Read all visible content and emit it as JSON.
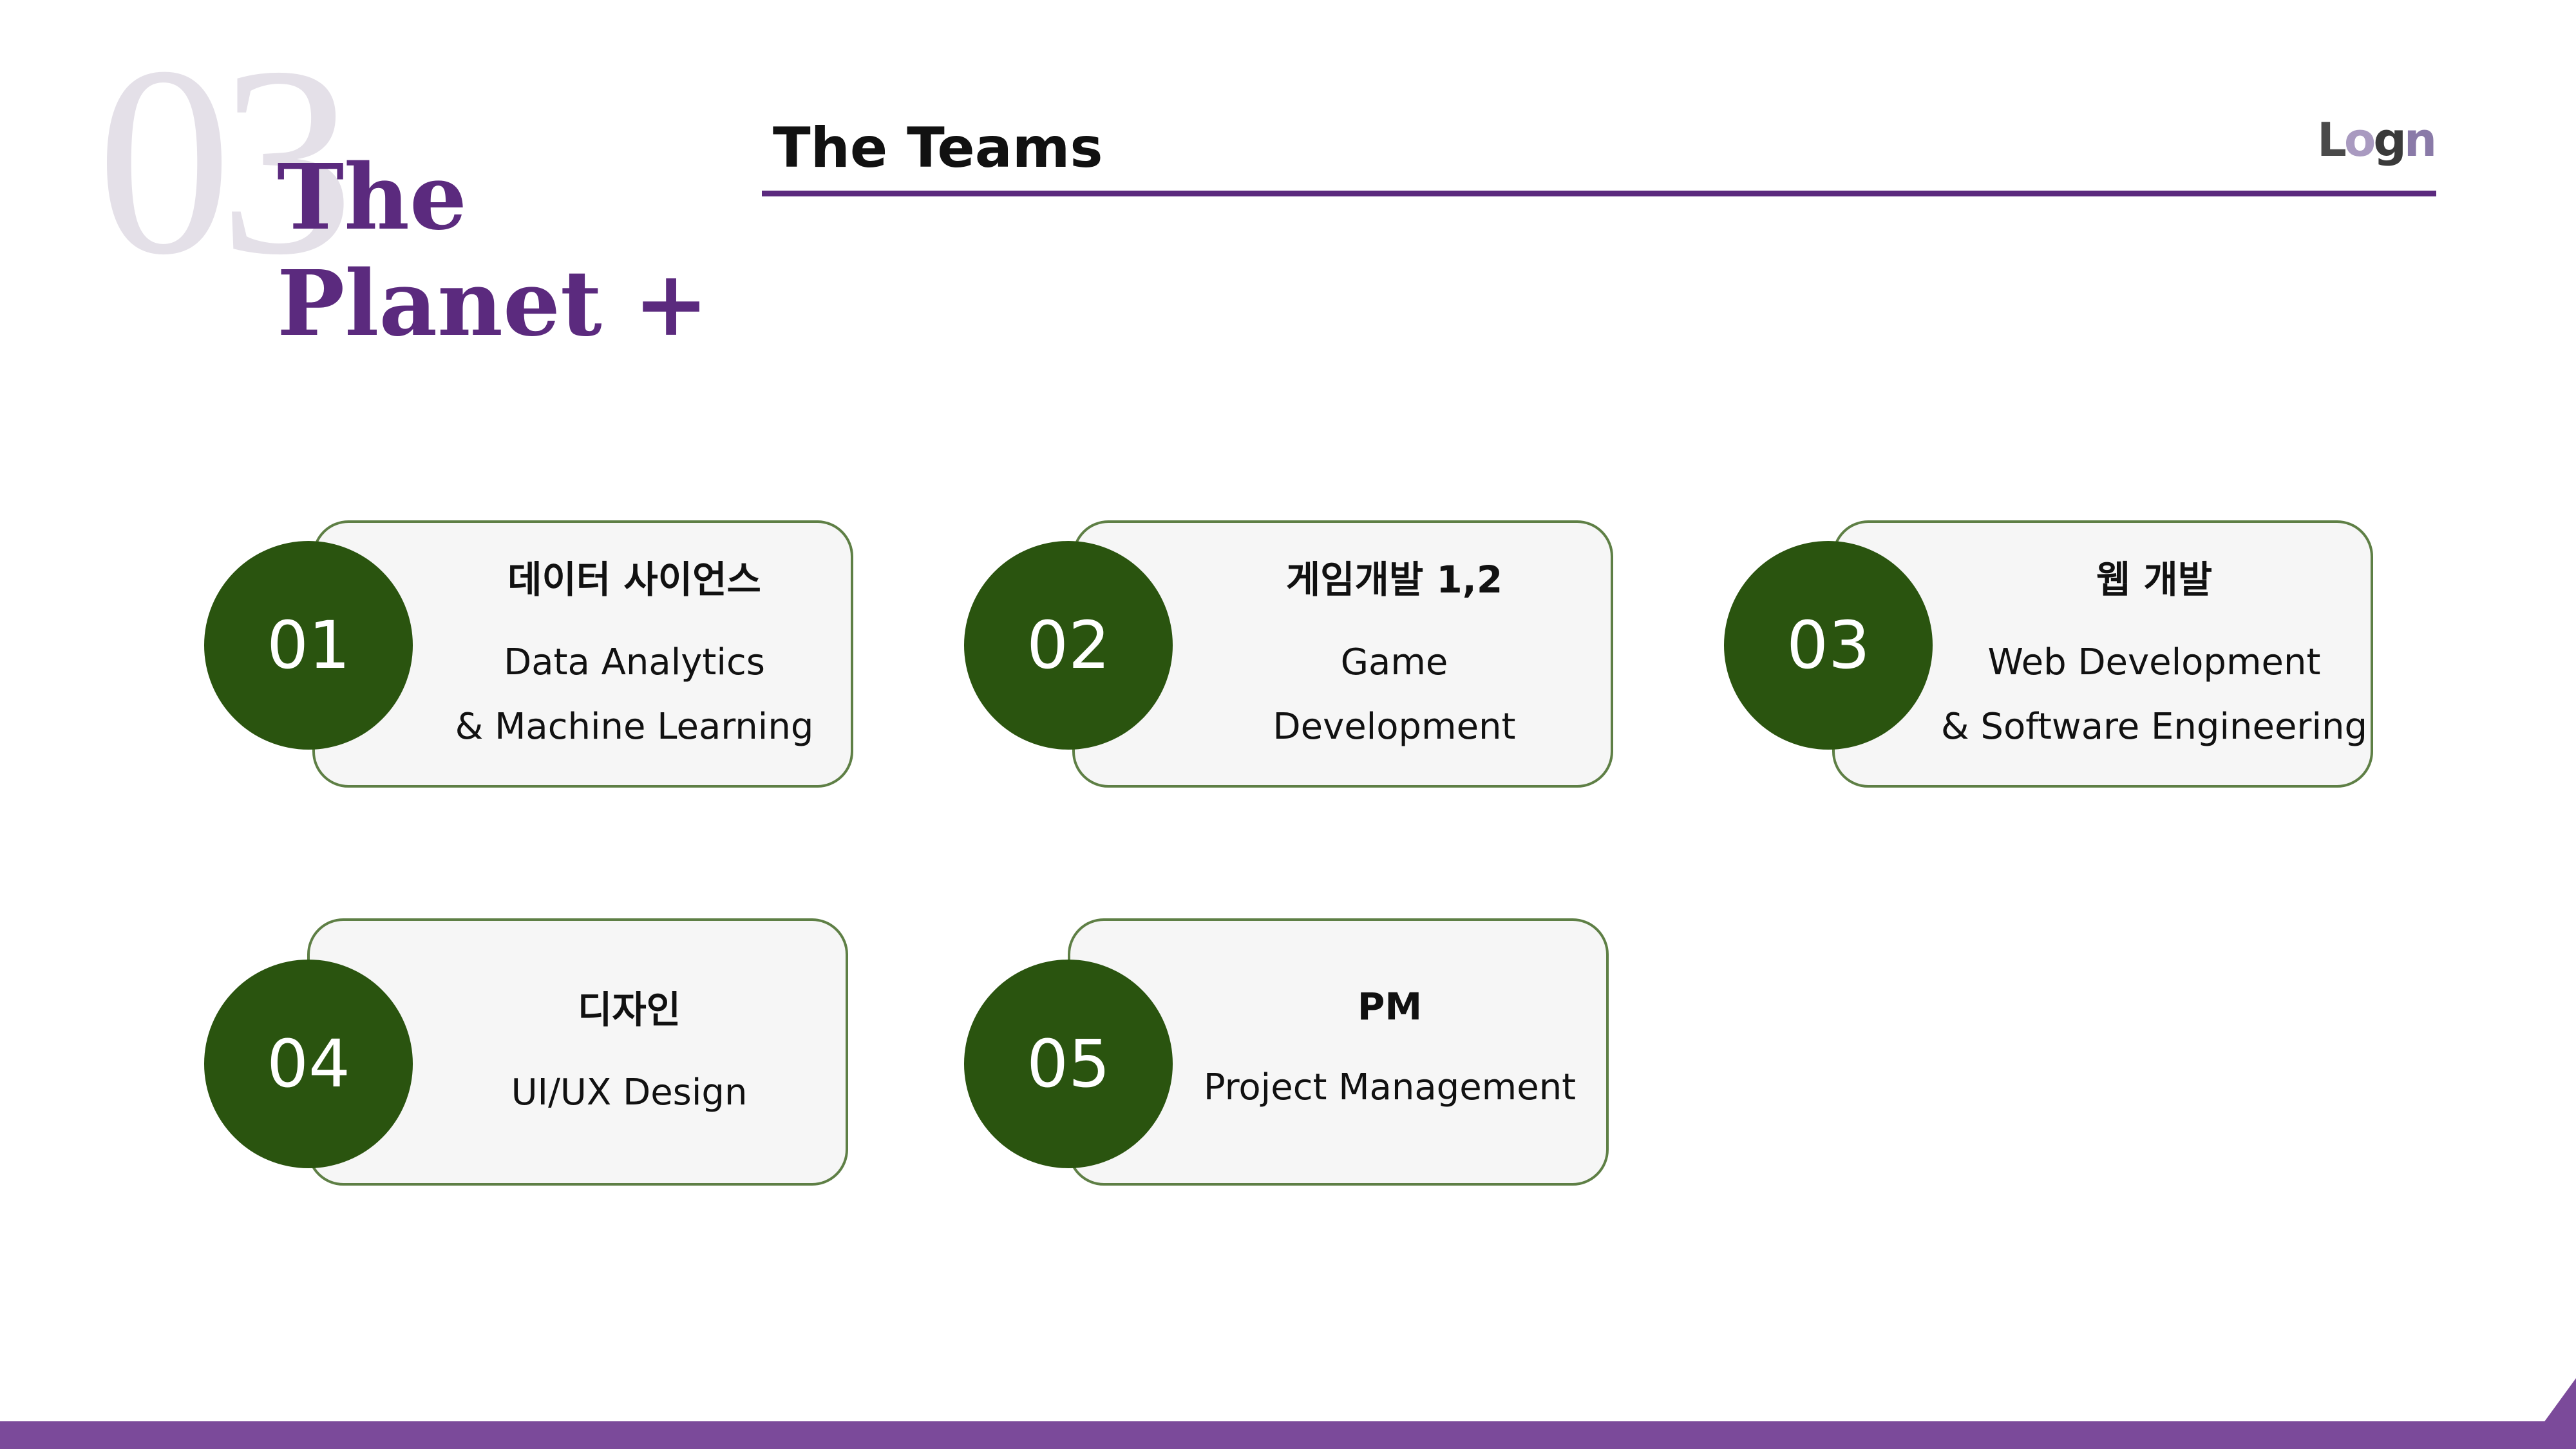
{
  "section": {
    "number": "03"
  },
  "brand": {
    "line1": "The",
    "line2": "Planet +"
  },
  "header": {
    "title": "The Teams"
  },
  "logo": {
    "c1": "L",
    "c2": "o",
    "c3": "g",
    "c4": "n"
  },
  "teams": [
    {
      "number": "01",
      "korean": "데이터 사이언스",
      "english_lines": [
        "Data Analytics",
        "& Machine Learning"
      ]
    },
    {
      "number": "02",
      "korean": "게임개발 1,2",
      "english_lines": [
        "Game",
        "Development"
      ]
    },
    {
      "number": "03",
      "korean": "웹 개발",
      "english_lines": [
        "Web Development",
        "& Software Engineering"
      ]
    },
    {
      "number": "04",
      "korean": "디자인",
      "english_lines": [
        "UI/UX Design"
      ]
    },
    {
      "number": "05",
      "korean": "PM",
      "english_lines": [
        "Project Management"
      ]
    }
  ],
  "colors": {
    "brand_purple": "#5b2a7e",
    "footer_purple": "#7b4a9a",
    "circle_green": "#2a540f",
    "card_border_green": "#5e7f45",
    "card_fill": "#f6f6f6"
  }
}
